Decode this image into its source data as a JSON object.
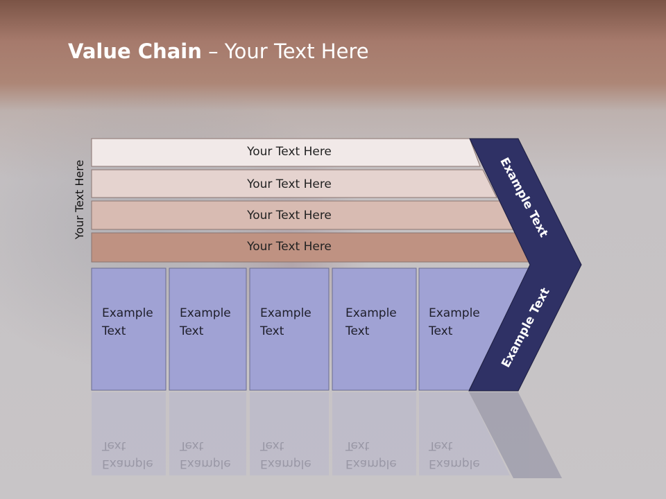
{
  "title": {
    "bold": "Value Chain",
    "rest": " – Your Text Here"
  },
  "side_label": "Your Text Here",
  "bands": [
    {
      "label": "Your Text Here",
      "color": "#f1e9e8"
    },
    {
      "label": "Your Text Here",
      "color": "#e5d3cf"
    },
    {
      "label": "Your Text Here",
      "color": "#d8bbb2"
    },
    {
      "label": "Your Text Here",
      "color": "#bf9282"
    }
  ],
  "cells": [
    {
      "line1": "Example",
      "line2": "Text"
    },
    {
      "line1": "Example",
      "line2": "Text"
    },
    {
      "line1": "Example",
      "line2": "Text"
    },
    {
      "line1": "Example",
      "line2": "Text"
    },
    {
      "line1": "Example",
      "line2": "Text"
    }
  ],
  "chevron": {
    "upper_label": "Example Text",
    "lower_label": "Example Text"
  },
  "colors": {
    "cell_fill": "#a0a2d4",
    "chevron_fill": "#2f3165"
  }
}
